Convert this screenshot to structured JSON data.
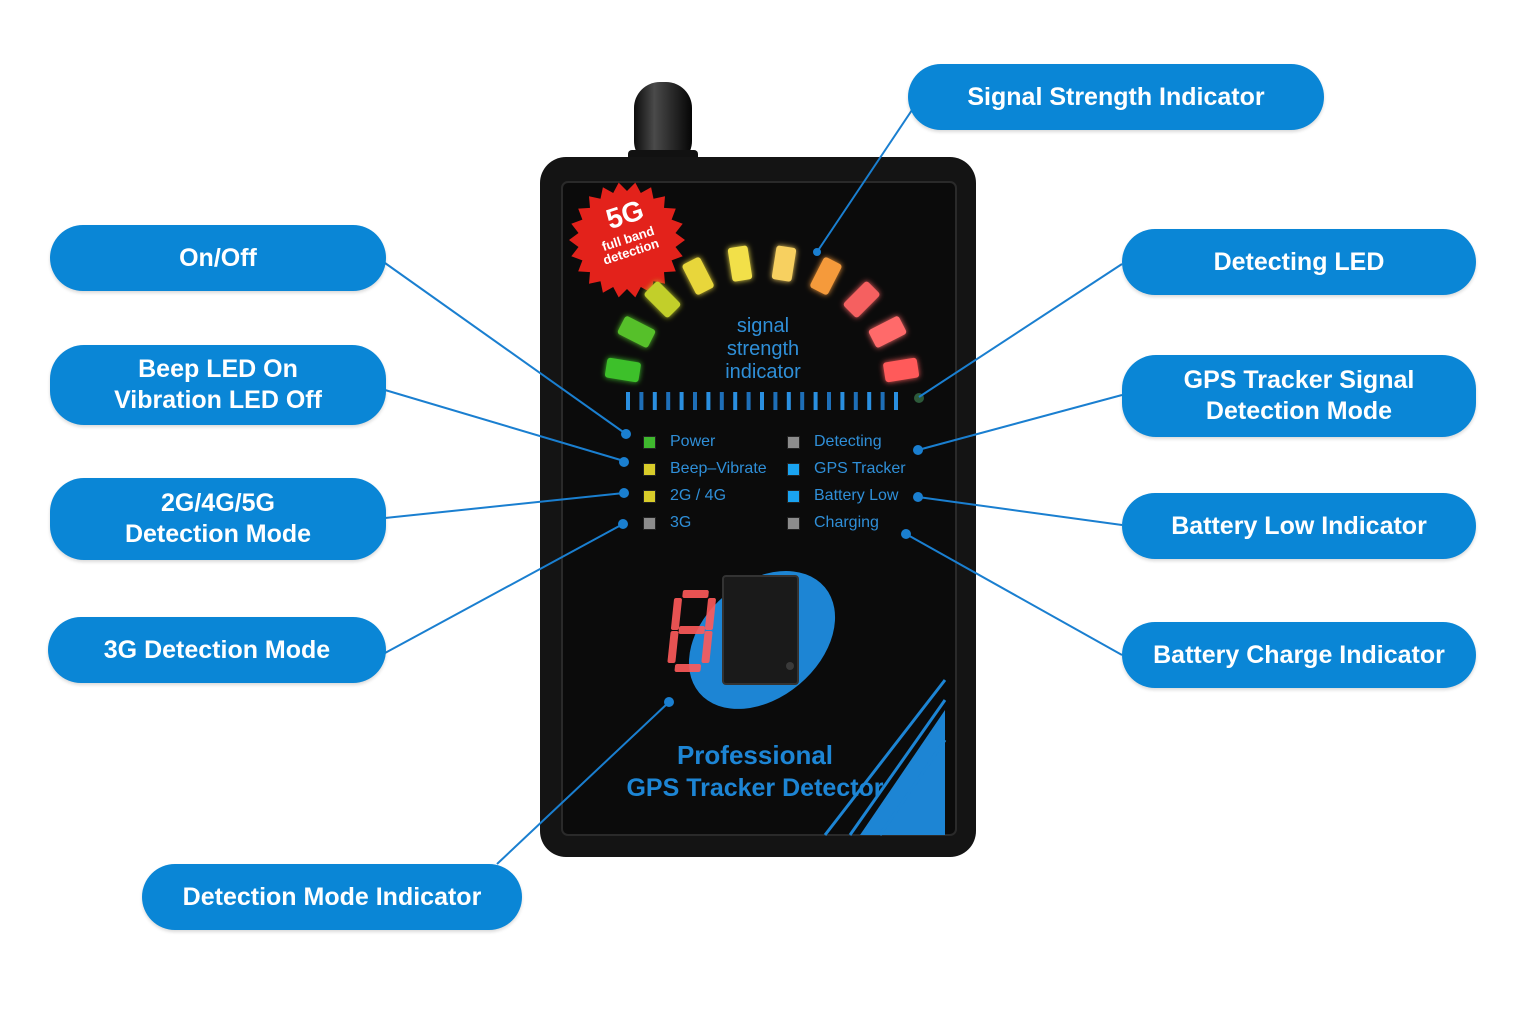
{
  "callouts": {
    "signal_strength": "Signal Strength Indicator",
    "on_off": "On/Off",
    "detecting_led": "Detecting LED",
    "beep_line1": "Beep LED On",
    "beep_line2": "Vibration LED Off",
    "gps_mode_line1": "GPS Tracker Signal",
    "gps_mode_line2": "Detection Mode",
    "mode_245_line1": "2G/4G/5G",
    "mode_245_line2": "Detection Mode",
    "battery_low": "Battery Low Indicator",
    "mode_3g": "3G Detection Mode",
    "battery_charge": "Battery Charge Indicator",
    "detection_mode_indicator": "Detection Mode Indicator"
  },
  "device": {
    "badge_big": "5G",
    "badge_line1": "full band",
    "badge_line2": "detection",
    "signal_line1": "signal",
    "signal_line2": "strength",
    "signal_line3": "indicator",
    "leds_left": [
      {
        "label": "Power",
        "color": "#3fb82e"
      },
      {
        "label": "Beep–Vibrate",
        "color": "#d8cc2a"
      },
      {
        "label": "2G / 4G",
        "color": "#d8cc2a"
      },
      {
        "label": "3G",
        "color": "#8c8c8c"
      }
    ],
    "leds_right": [
      {
        "label": "Detecting",
        "color": "#8c8c8c"
      },
      {
        "label": "GPS Tracker",
        "color": "#1aa3f0"
      },
      {
        "label": "Battery Low",
        "color": "#1aa3f0"
      },
      {
        "label": "Charging",
        "color": "#8c8c8c"
      }
    ],
    "display_digit": "8",
    "brand_line1": "Professional",
    "brand_line2": "GPS Tracker Detector"
  },
  "colors": {
    "callout": "#0a86d6",
    "device_body": "#141414",
    "accent_blue": "#1d85d4",
    "segment_red": "#ff5a5a"
  }
}
